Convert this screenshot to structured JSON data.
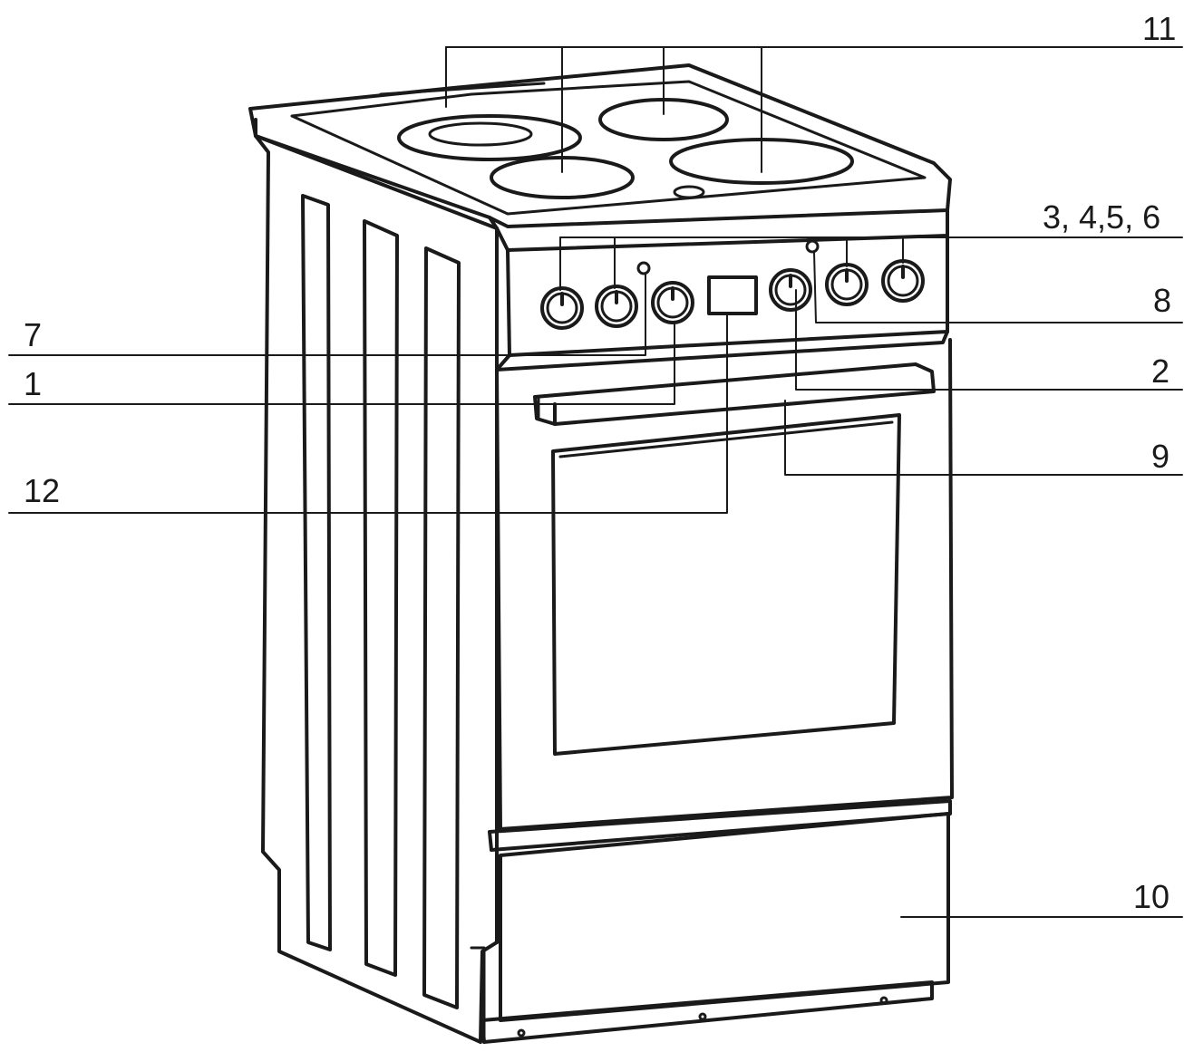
{
  "diagram": {
    "callouts": [
      {
        "id": "c11",
        "text": "11"
      },
      {
        "id": "c3456",
        "text": "3, 4,5, 6"
      },
      {
        "id": "c8",
        "text": "8"
      },
      {
        "id": "c7",
        "text": "7"
      },
      {
        "id": "c2",
        "text": "2"
      },
      {
        "id": "c1",
        "text": "1"
      },
      {
        "id": "c9",
        "text": "9"
      },
      {
        "id": "c12",
        "text": "12"
      },
      {
        "id": "c10",
        "text": "10"
      }
    ],
    "colors": {
      "line": "#1a1a1a",
      "background": "#ffffff"
    }
  }
}
